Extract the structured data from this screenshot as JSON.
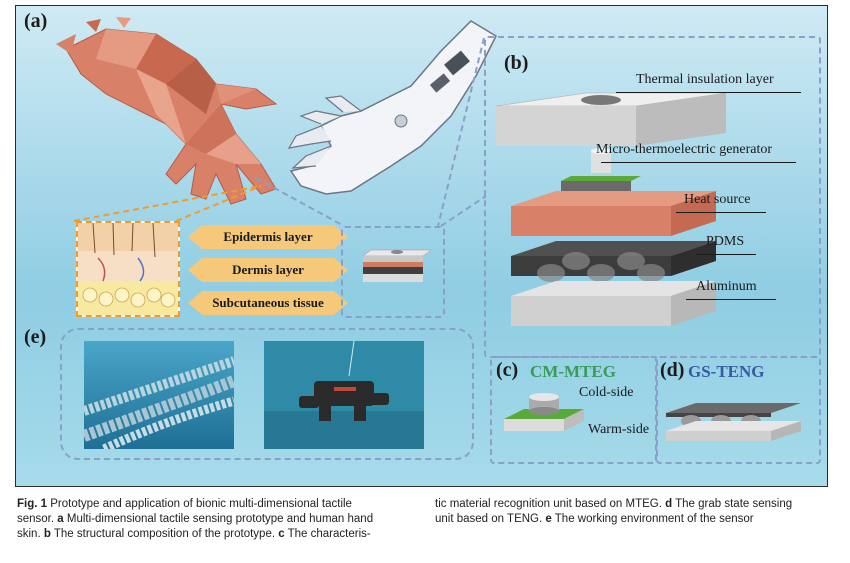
{
  "panels": {
    "a": "(a)",
    "b": "(b)",
    "c": "(c)",
    "d": "(d)",
    "e": "(e)"
  },
  "layers_b": {
    "insulation": "Thermal insulation layer",
    "mteg": "Micro-thermoelectric generator",
    "heat": "Heat source",
    "pdms": "PDMS",
    "aluminum": "Aluminum"
  },
  "skin_layers": {
    "epidermis": "Epidermis layer",
    "dermis": "Dermis layer",
    "subcutaneous": "Subcutaneous tissue"
  },
  "panel_c": {
    "title": "CM-MTEG",
    "cold": "Cold-side",
    "warm": "Warm-side"
  },
  "panel_d": {
    "title": "GS-TENG"
  },
  "caption": {
    "fig": "Fig. 1",
    "line1_text": " Prototype and application of bionic multi-dimensional tactile",
    "line2_a": "sensor. ",
    "line2_a_b": "a",
    "line2_b": " Multi-dimensional tactile sensing prototype and human hand",
    "line3_a": "skin. ",
    "line3_b_b": "b",
    "line3_b": " The structural composition of the prototype. ",
    "line3_c_b": "c",
    "line3_c": " The characteris-",
    "r1": "tic material recognition unit based on MTEG. ",
    "r1_b": "d",
    "r1_c": " The grab state sensing",
    "r2": "unit based on TENG. ",
    "r2_b": "e",
    "r2_c": " The working environment of the sensor"
  },
  "colors": {
    "orange_arrow": "#f6c97a",
    "dash_blue": "#8aa0c8",
    "title_green": "#3a9a5a",
    "title_blue": "#3a5aa0"
  }
}
